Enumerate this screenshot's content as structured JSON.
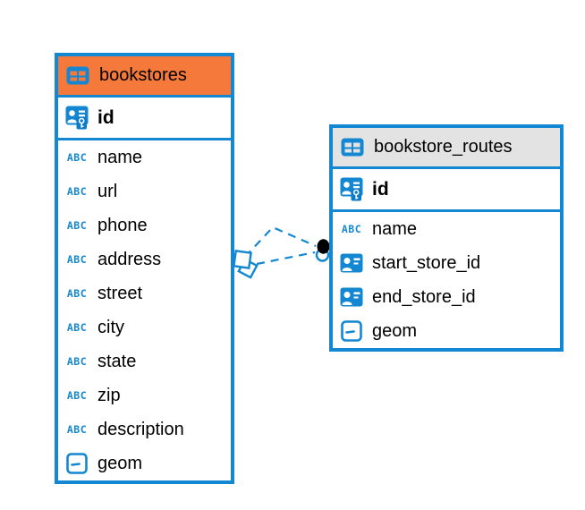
{
  "app": {
    "view": "database-er-diagram",
    "background": "#FFFFFF"
  },
  "colors": {
    "accent": "#1487D2",
    "key_badge": "#0C7BCA",
    "bookstores_header": "#F5793B",
    "routes_header": "#E3E3E3",
    "text": "#000000",
    "link_dot": "#000000"
  },
  "icons": {
    "table": "table-icon",
    "primary_key": "primary-key-icon",
    "foreign_key": "foreign-key-icon",
    "text_column": "abc-text-icon",
    "geometry_column": "geometry-icon"
  },
  "tables": [
    {
      "name": "bookstores",
      "header_color": "#F5793B",
      "columns": [
        {
          "name": "id",
          "icon": "primary-key",
          "primary": true
        },
        {
          "name": "name",
          "icon": "text"
        },
        {
          "name": "url",
          "icon": "text"
        },
        {
          "name": "phone",
          "icon": "text"
        },
        {
          "name": "address",
          "icon": "text"
        },
        {
          "name": "street",
          "icon": "text"
        },
        {
          "name": "city",
          "icon": "text"
        },
        {
          "name": "state",
          "icon": "text"
        },
        {
          "name": "zip",
          "icon": "text"
        },
        {
          "name": "description",
          "icon": "text"
        },
        {
          "name": "geom",
          "icon": "geometry"
        }
      ]
    },
    {
      "name": "bookstore_routes",
      "header_color": "#E3E3E3",
      "columns": [
        {
          "name": "id",
          "icon": "primary-key",
          "primary": true
        },
        {
          "name": "name",
          "icon": "text"
        },
        {
          "name": "start_store_id",
          "icon": "foreign-key"
        },
        {
          "name": "end_store_id",
          "icon": "foreign-key"
        },
        {
          "name": "geom",
          "icon": "geometry"
        }
      ]
    }
  ],
  "relationships": [
    {
      "from_table": "bookstores",
      "to_table": "bookstore_routes",
      "style": "dashed"
    },
    {
      "from_table": "bookstores",
      "to_table": "bookstore_routes",
      "style": "dashed"
    }
  ]
}
